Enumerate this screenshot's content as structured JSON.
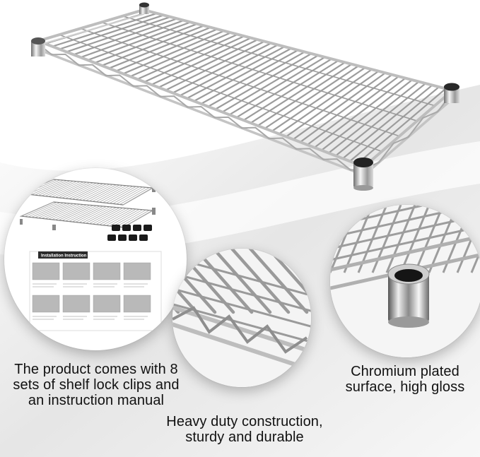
{
  "captions": {
    "clips_manual": "The product comes with 8 sets of shelf lock clips and an instruction manual",
    "heavy_duty": "Heavy duty construction, sturdy and durable",
    "chromium": "Chromium plated surface, high gloss"
  },
  "manual": {
    "title": "Installation  Instruction"
  },
  "colors": {
    "chrome_light": "#f2f2f2",
    "chrome_mid": "#b8b8b8",
    "chrome_dark": "#6e6e6e",
    "clip_black": "#1a1a1a",
    "manual_header": "#2b2b2b",
    "background_swoosh": "#e9e9e9"
  },
  "icons": {
    "main_image": "wire-shelf-image",
    "detail_1": "shelves-clips-manual-image",
    "detail_2": "wire-truss-closeup-image",
    "detail_3": "chrome-sleeve-closeup-image"
  }
}
